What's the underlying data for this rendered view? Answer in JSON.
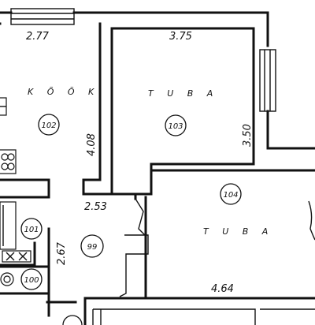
{
  "dimensions": {
    "kitchen_width": "2.77",
    "room_103_width": "3.75",
    "room_103_depth": "3.50",
    "kitchen_depth": "4.08",
    "hall_width": "2.53",
    "hall_depth": "2.67",
    "room_104_width": "4.64"
  },
  "rooms": {
    "kitchen": {
      "name": "K Õ Ö K",
      "number": "102"
    },
    "room_103": {
      "name": "T U B A",
      "number": "103"
    },
    "room_104": {
      "name": "T U B A",
      "number": "104"
    },
    "hall": {
      "number": "99"
    },
    "room_101": {
      "number": "101"
    },
    "room_100": {
      "number": "100"
    }
  }
}
